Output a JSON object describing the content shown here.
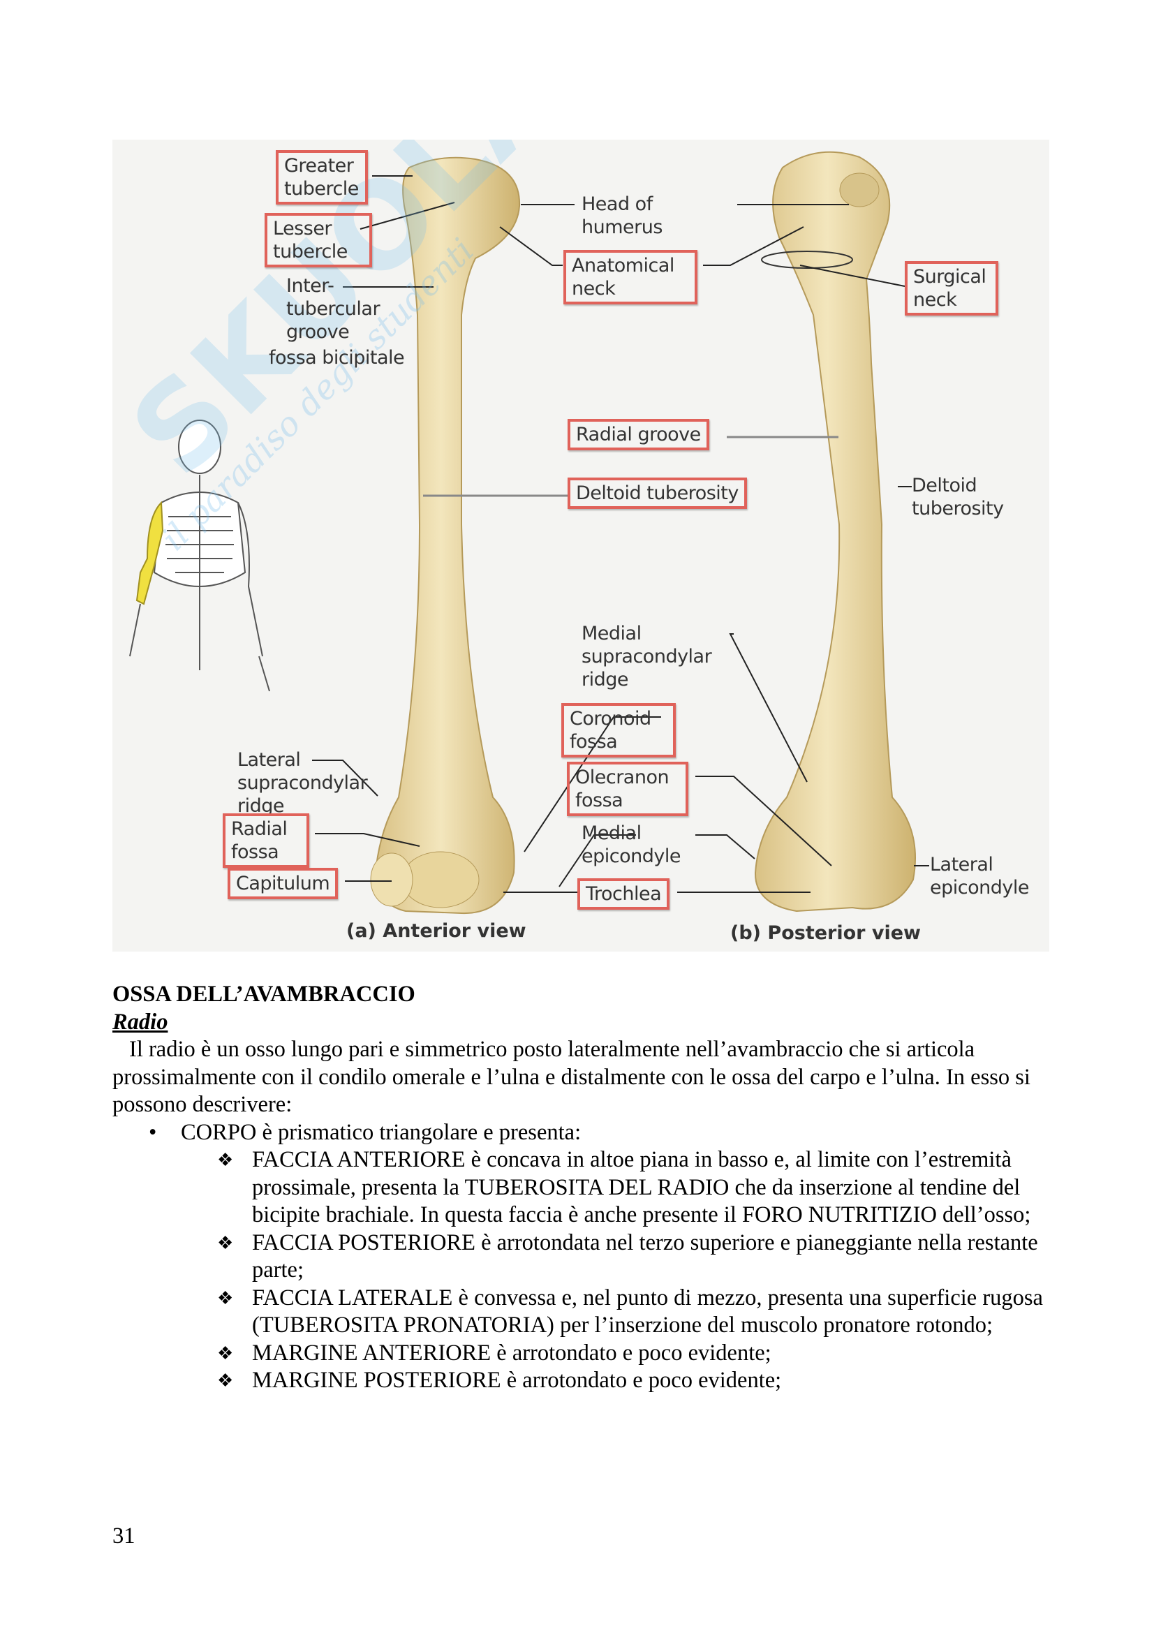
{
  "figure": {
    "watermark": "SKUOLA.net",
    "watermark_sub": "il paradiso degli studenti",
    "labels": {
      "greater_tubercle": "Greater tubercle",
      "lesser_tubercle": "Lesser tubercle",
      "intertubercular_groove": "Inter- tubercular groove",
      "fossa_bicipitale": "fossa bicipitale",
      "head_of_humerus": "Head of humerus",
      "anatomical_neck": "Anatomical neck",
      "surgical_neck": "Surgical neck",
      "radial_groove": "Radial groove",
      "deltoid_tuberosity_anterior": "Deltoid tuberosity",
      "deltoid_tuberosity_posterior": "Deltoid tuberosity",
      "medial_supracondylar_ridge": "Medial supracondylar ridge",
      "coronoid_fossa": "Coronoid fossa",
      "olecranon_fossa": "Olecranon fossa",
      "medial_epicondyle": "Medial epicondyle",
      "trochlea": "Trochlea",
      "lateral_supracondylar_ridge": "Lateral supracondylar ridge",
      "radial_fossa": "Radial fossa",
      "capitulum": "Capitulum",
      "lateral_epicondyle": "Lateral epicondyle"
    },
    "caption_a": "(a)  Anterior view",
    "caption_b": "(b)  Posterior view",
    "colors": {
      "highlight_box": "#e0625a",
      "bone": "#ecdcaa",
      "arm_highlight": "#f0e040"
    }
  },
  "section_title": "OSSA DELL’AVAMBRACCIO",
  "subsection_title": "Radio",
  "intro": "Il radio è un osso lungo pari e simmetrico posto lateralmente nell’avambraccio che si articola prossimalmente con il condilo omerale e l’ulna e distalmente con le ossa del carpo e l’ulna. In esso si possono descrivere:",
  "bullet": {
    "marker": "•",
    "text": "CORPO è prismatico triangolare e presenta:"
  },
  "sub_items": [
    {
      "marker": "❖",
      "text": "FACCIA ANTERIORE è concava in altoe piana in basso e, al limite con l’estremità prossimale, presenta la TUBEROSITA DEL RADIO che da inserzione al tendine del bicipite brachiale. In questa faccia è anche presente il FORO NUTRITIZIO dell’osso;"
    },
    {
      "marker": "❖",
      "text": "FACCIA POSTERIORE è arrotondata nel terzo superiore e pianeggiante nella restante parte;"
    },
    {
      "marker": "❖",
      "text": "FACCIA LATERALE è convessa e, nel punto di mezzo, presenta una superficie rugosa (TUBEROSITA PRONATORIA) per l’inserzione del muscolo pronatore rotondo;"
    },
    {
      "marker": "❖",
      "text": "MARGINE ANTERIORE è arrotondato e poco evidente;"
    },
    {
      "marker": "❖",
      "text": "MARGINE POSTERIORE è arrotondato e poco evidente;"
    }
  ],
  "page_number": "31"
}
